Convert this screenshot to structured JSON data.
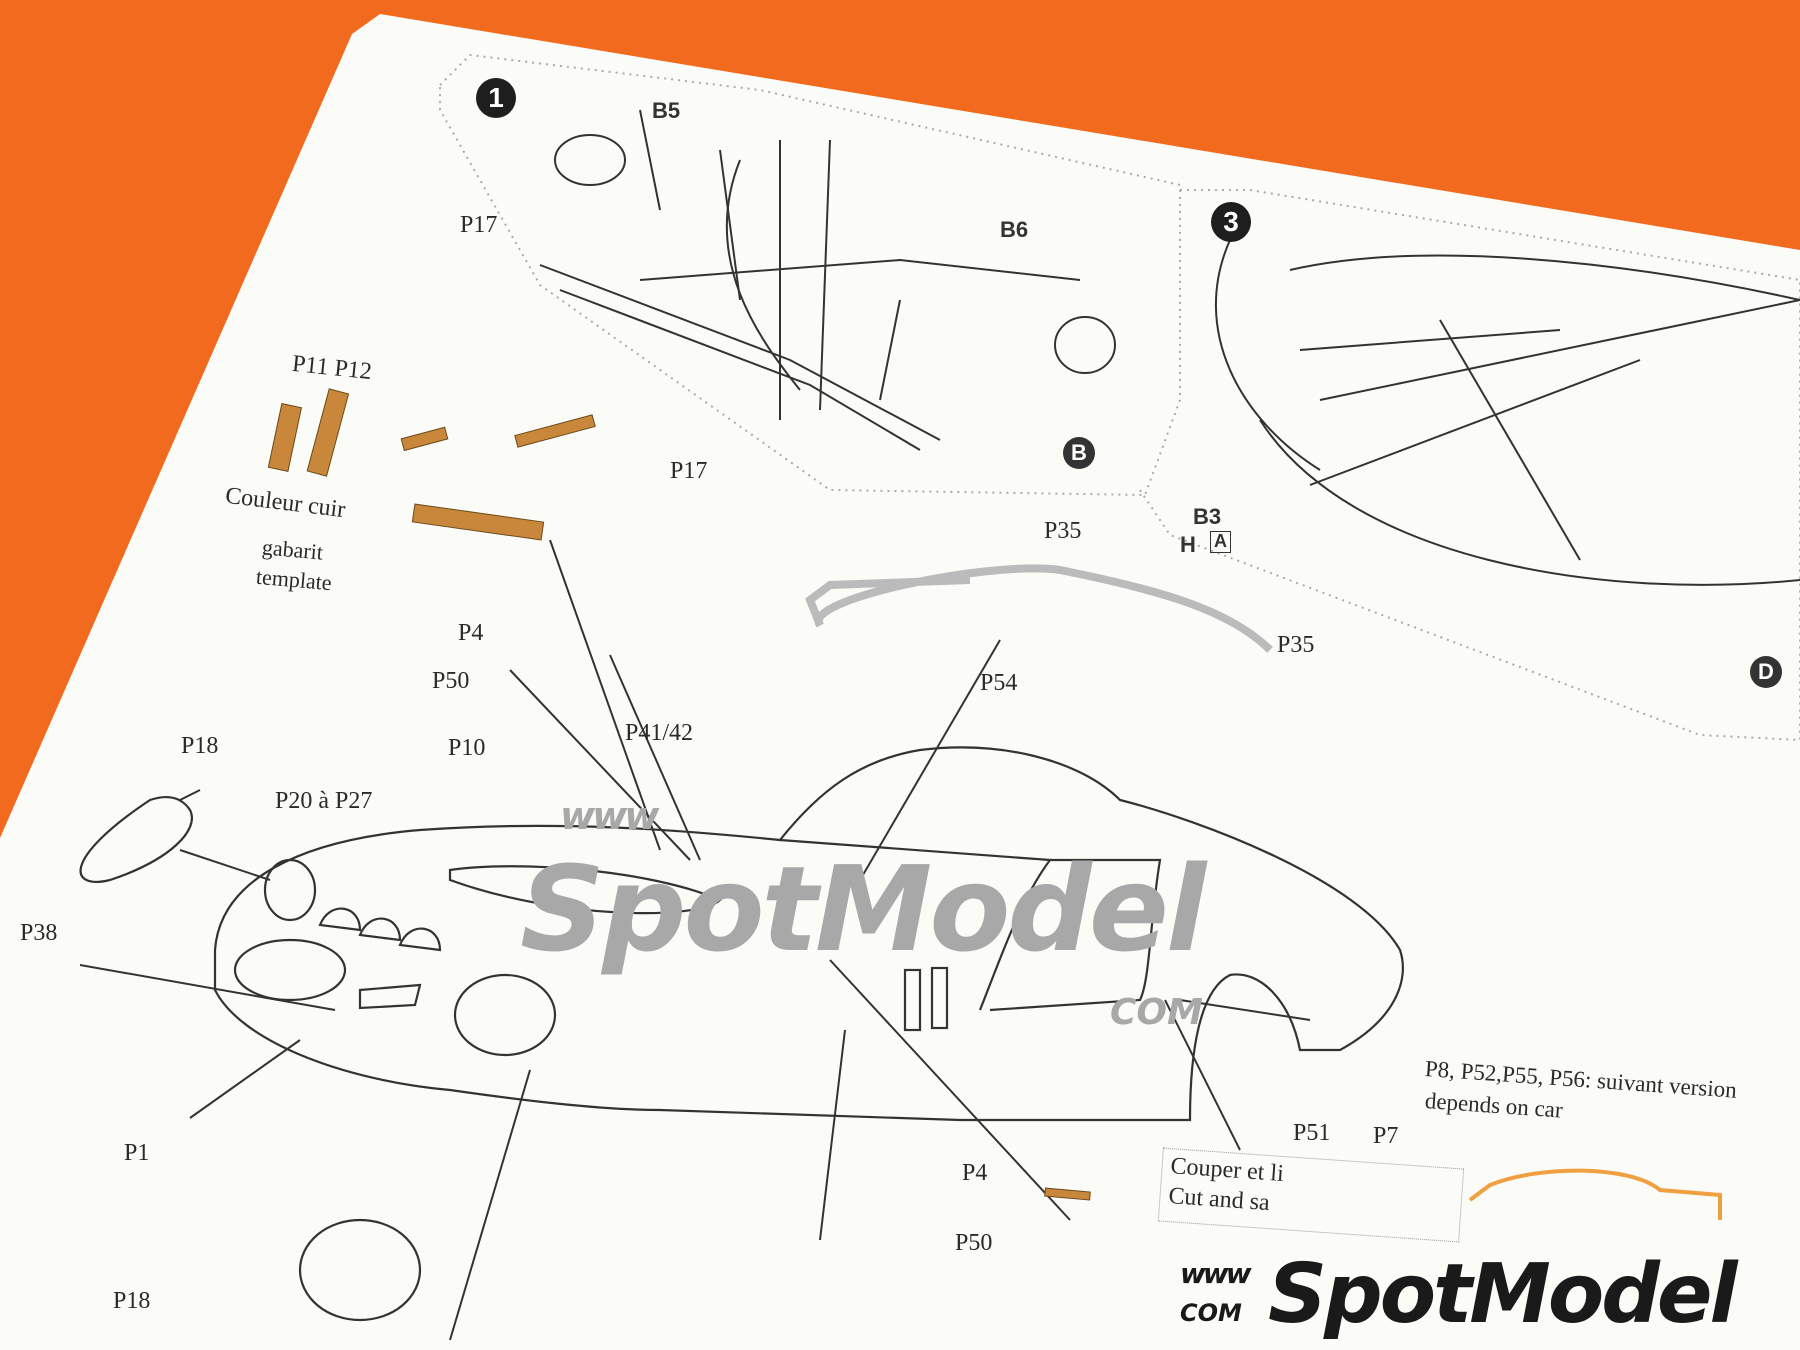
{
  "colors": {
    "background": "#f26a1e",
    "paper": "#fbfbf8",
    "leather": "#c8873a",
    "line": "#2a2a2a",
    "watermark": "#9a9a9a",
    "logo_orange": "#f0a040"
  },
  "steps": {
    "step1": "1",
    "step3": "3",
    "sub_b": "B",
    "sub_d": "D"
  },
  "labels": {
    "b5": "B5",
    "b6": "B6",
    "p17_top": "P17",
    "p17_bottom": "P17",
    "b3": "B3",
    "h": "H",
    "a": "A",
    "p35_a": "P35",
    "p35_b": "P35",
    "p11_p12": "P11 P12",
    "couleur_cuir": "Couleur cuir",
    "gabarit": "gabarit",
    "template": "template",
    "p4_top": "P4",
    "p50_top": "P50",
    "p54": "P54",
    "p41_42": "P41/42",
    "p10": "P10",
    "p18_top": "P18",
    "p20_p27": "P20 à P27",
    "p38": "P38",
    "p1": "P1",
    "p18_bottom": "P18",
    "p4_bottom": "P4",
    "p50_bottom": "P50",
    "p51": "P51",
    "p7": "P7",
    "note_line1": "P8, P52,P55, P56: suivant version",
    "note_line2": "depends on car",
    "cut_line1": "Couper et li",
    "cut_line2": "Cut and sa"
  },
  "watermark": {
    "www": "www",
    "brand": "SpotModel",
    "com": "COM"
  },
  "logo": {
    "www": "www",
    "brand": "SpotModel",
    "com": "COM"
  }
}
